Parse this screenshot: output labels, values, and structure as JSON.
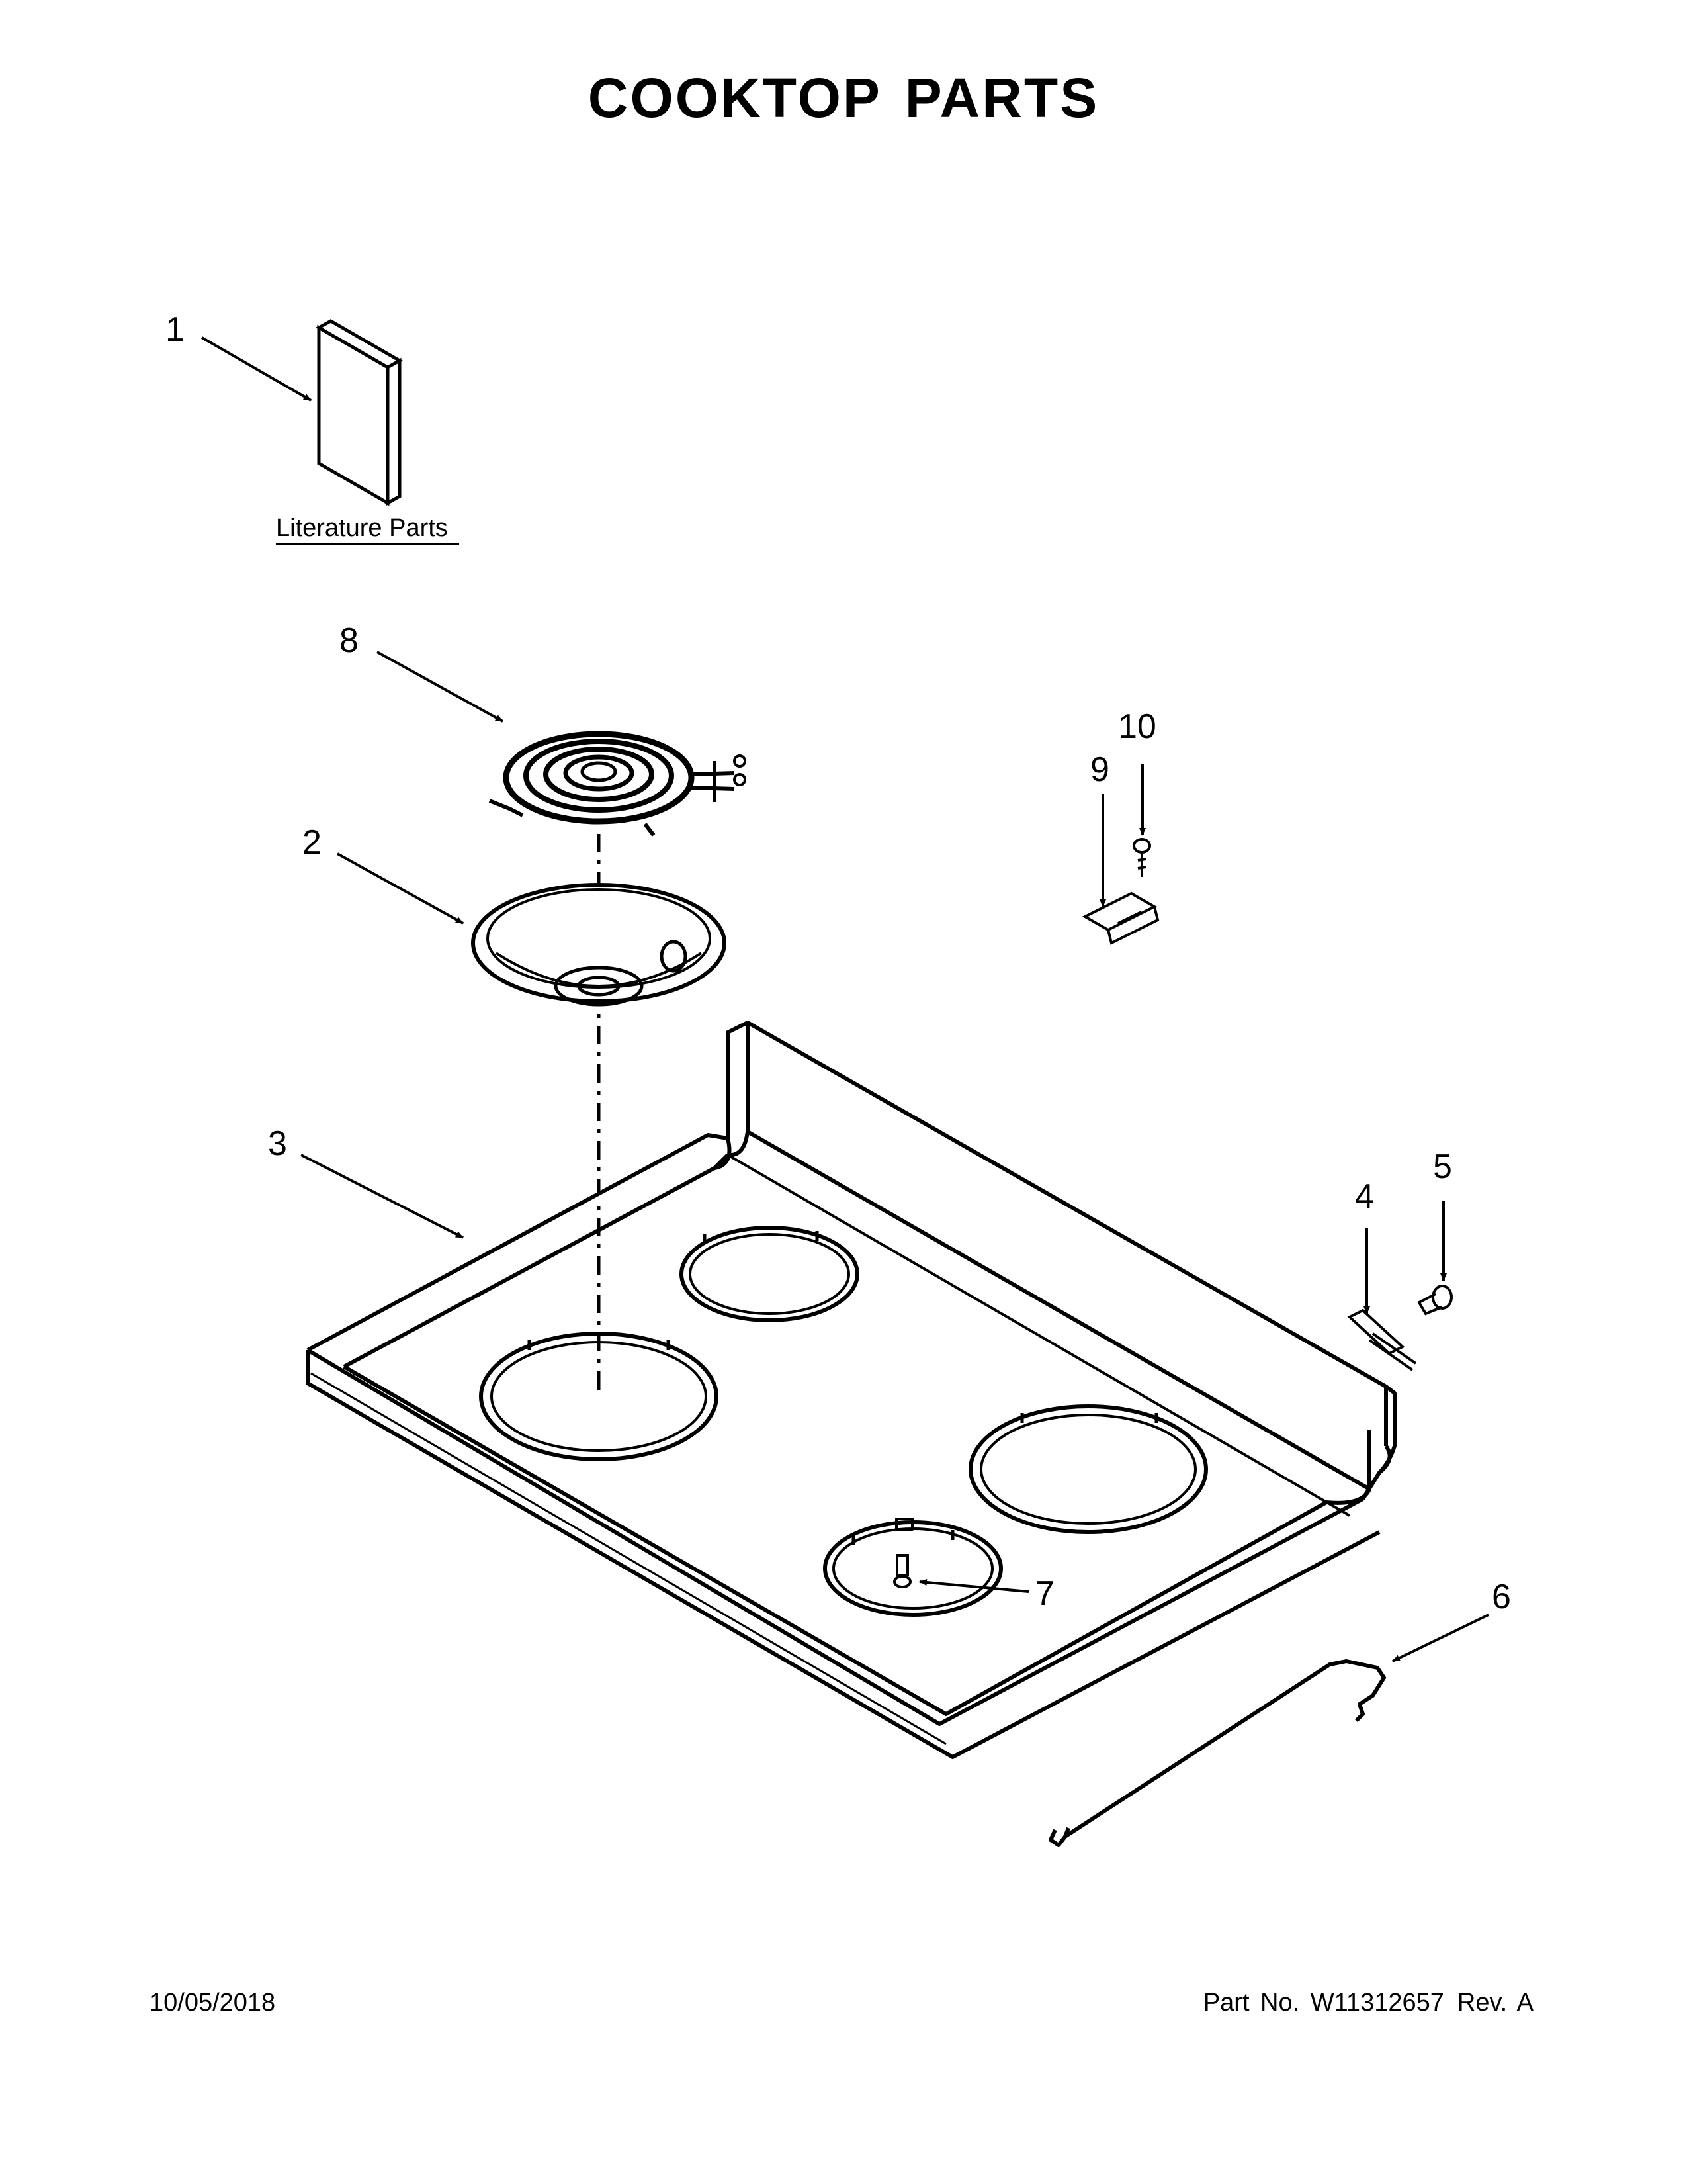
{
  "page": {
    "title": "COOKTOP PARTS"
  },
  "literature_label": "Literature Parts",
  "callouts": {
    "c1": "1",
    "c2": "2",
    "c3": "3",
    "c4": "4",
    "c5": "5",
    "c6": "6",
    "c7": "7",
    "c8": "8",
    "c9": "9",
    "c10": "10"
  },
  "footer": {
    "date": "10/05/2018",
    "part_number": "Part No.  W11312657",
    "revision": "Rev.  A"
  }
}
